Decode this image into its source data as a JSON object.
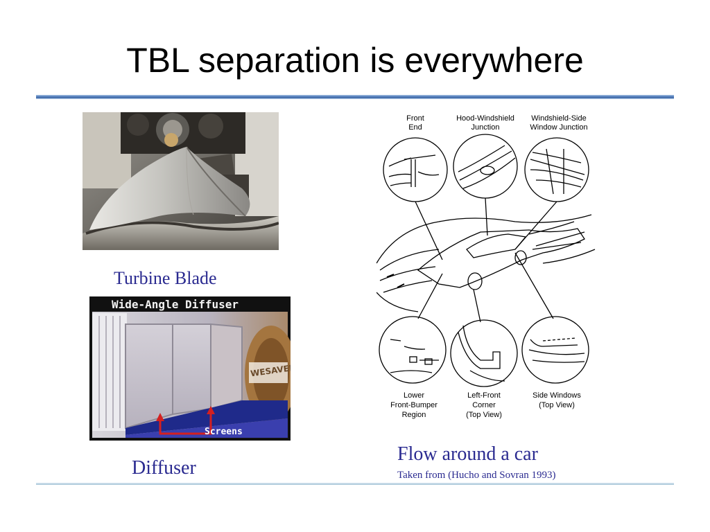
{
  "slide": {
    "title": "TBL separation is everywhere"
  },
  "turbine": {
    "caption": "Turbine Blade"
  },
  "diffuser": {
    "caption": "Diffuser",
    "photo_title": "Wide-Angle Diffuser",
    "screens_label": "Screens",
    "side_text": "WESAVER"
  },
  "car": {
    "caption": "Flow around a car",
    "source": "Taken from (Hucho and Sovran 1993)",
    "labels": {
      "front_end": [
        "Front",
        "End"
      ],
      "hood_windshield": [
        "Hood-Windshield",
        "Junction"
      ],
      "windshield_side": [
        "Windshield-Side",
        "Window Junction"
      ],
      "lower_front": [
        "Lower",
        "Front-Bumper",
        "Region"
      ],
      "left_front": [
        "Left-Front",
        "Corner",
        "(Top View)"
      ],
      "side_windows": [
        "Side Windows",
        "(Top View)"
      ]
    }
  },
  "colors": {
    "caption": "#2a2a90",
    "rule_blue": "#2d5a9e",
    "rule_light": "#a9c8d8",
    "screens_arrow": "#d42020"
  }
}
